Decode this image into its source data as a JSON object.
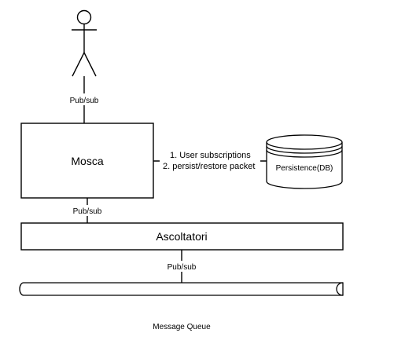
{
  "diagram": {
    "actor_link_label": "Pub/sub",
    "mosca_label": "Mosca",
    "mosca_link_label": "Pub/sub",
    "db_link_line1": "1. User subscriptions",
    "db_link_line2": "2. persist/restore packet",
    "db_label": "Persistence(DB)",
    "ascoltatori_label": "Ascoltatori",
    "queue_link_label": "Pub/sub",
    "queue_caption": "Message Queue"
  },
  "colors": {
    "stroke": "#000000",
    "caption": "#7b2b2b"
  },
  "icons": [
    "actor-icon",
    "database-icon",
    "queue-pipe-icon"
  ]
}
